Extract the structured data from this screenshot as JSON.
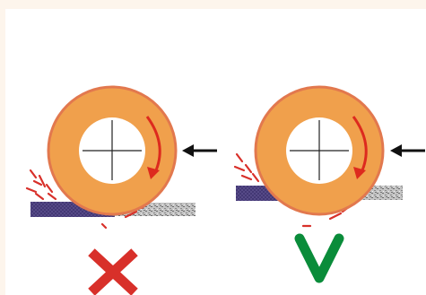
{
  "colors": {
    "page_background": "#fdf5ec",
    "panel_background": "#ffffff",
    "wheel_fill": "#f0a04c",
    "wheel_stroke": "#e2784e",
    "hub_fill": "#ffffff",
    "crosshair": "#222222",
    "rotation_arrow": "#dd2a1e",
    "feed_arrow": "#111111",
    "chips": "#d8302a",
    "workpiece_blue": "#5b4e8c",
    "workpiece_ground": "#b5b5b5",
    "wrong_mark": "#d8302a",
    "right_mark": "#0a8c3a"
  },
  "panels": [
    {
      "id": "incorrect",
      "rotation_icon": "clockwise-arrow-icon",
      "feed_icon": "left-arrow-icon",
      "verdict_icon": "red-x-icon",
      "verdict_meaning": "wrong"
    },
    {
      "id": "correct",
      "rotation_icon": "clockwise-arrow-icon",
      "feed_icon": "left-arrow-icon",
      "verdict_icon": "green-check-icon",
      "verdict_meaning": "right"
    }
  ]
}
